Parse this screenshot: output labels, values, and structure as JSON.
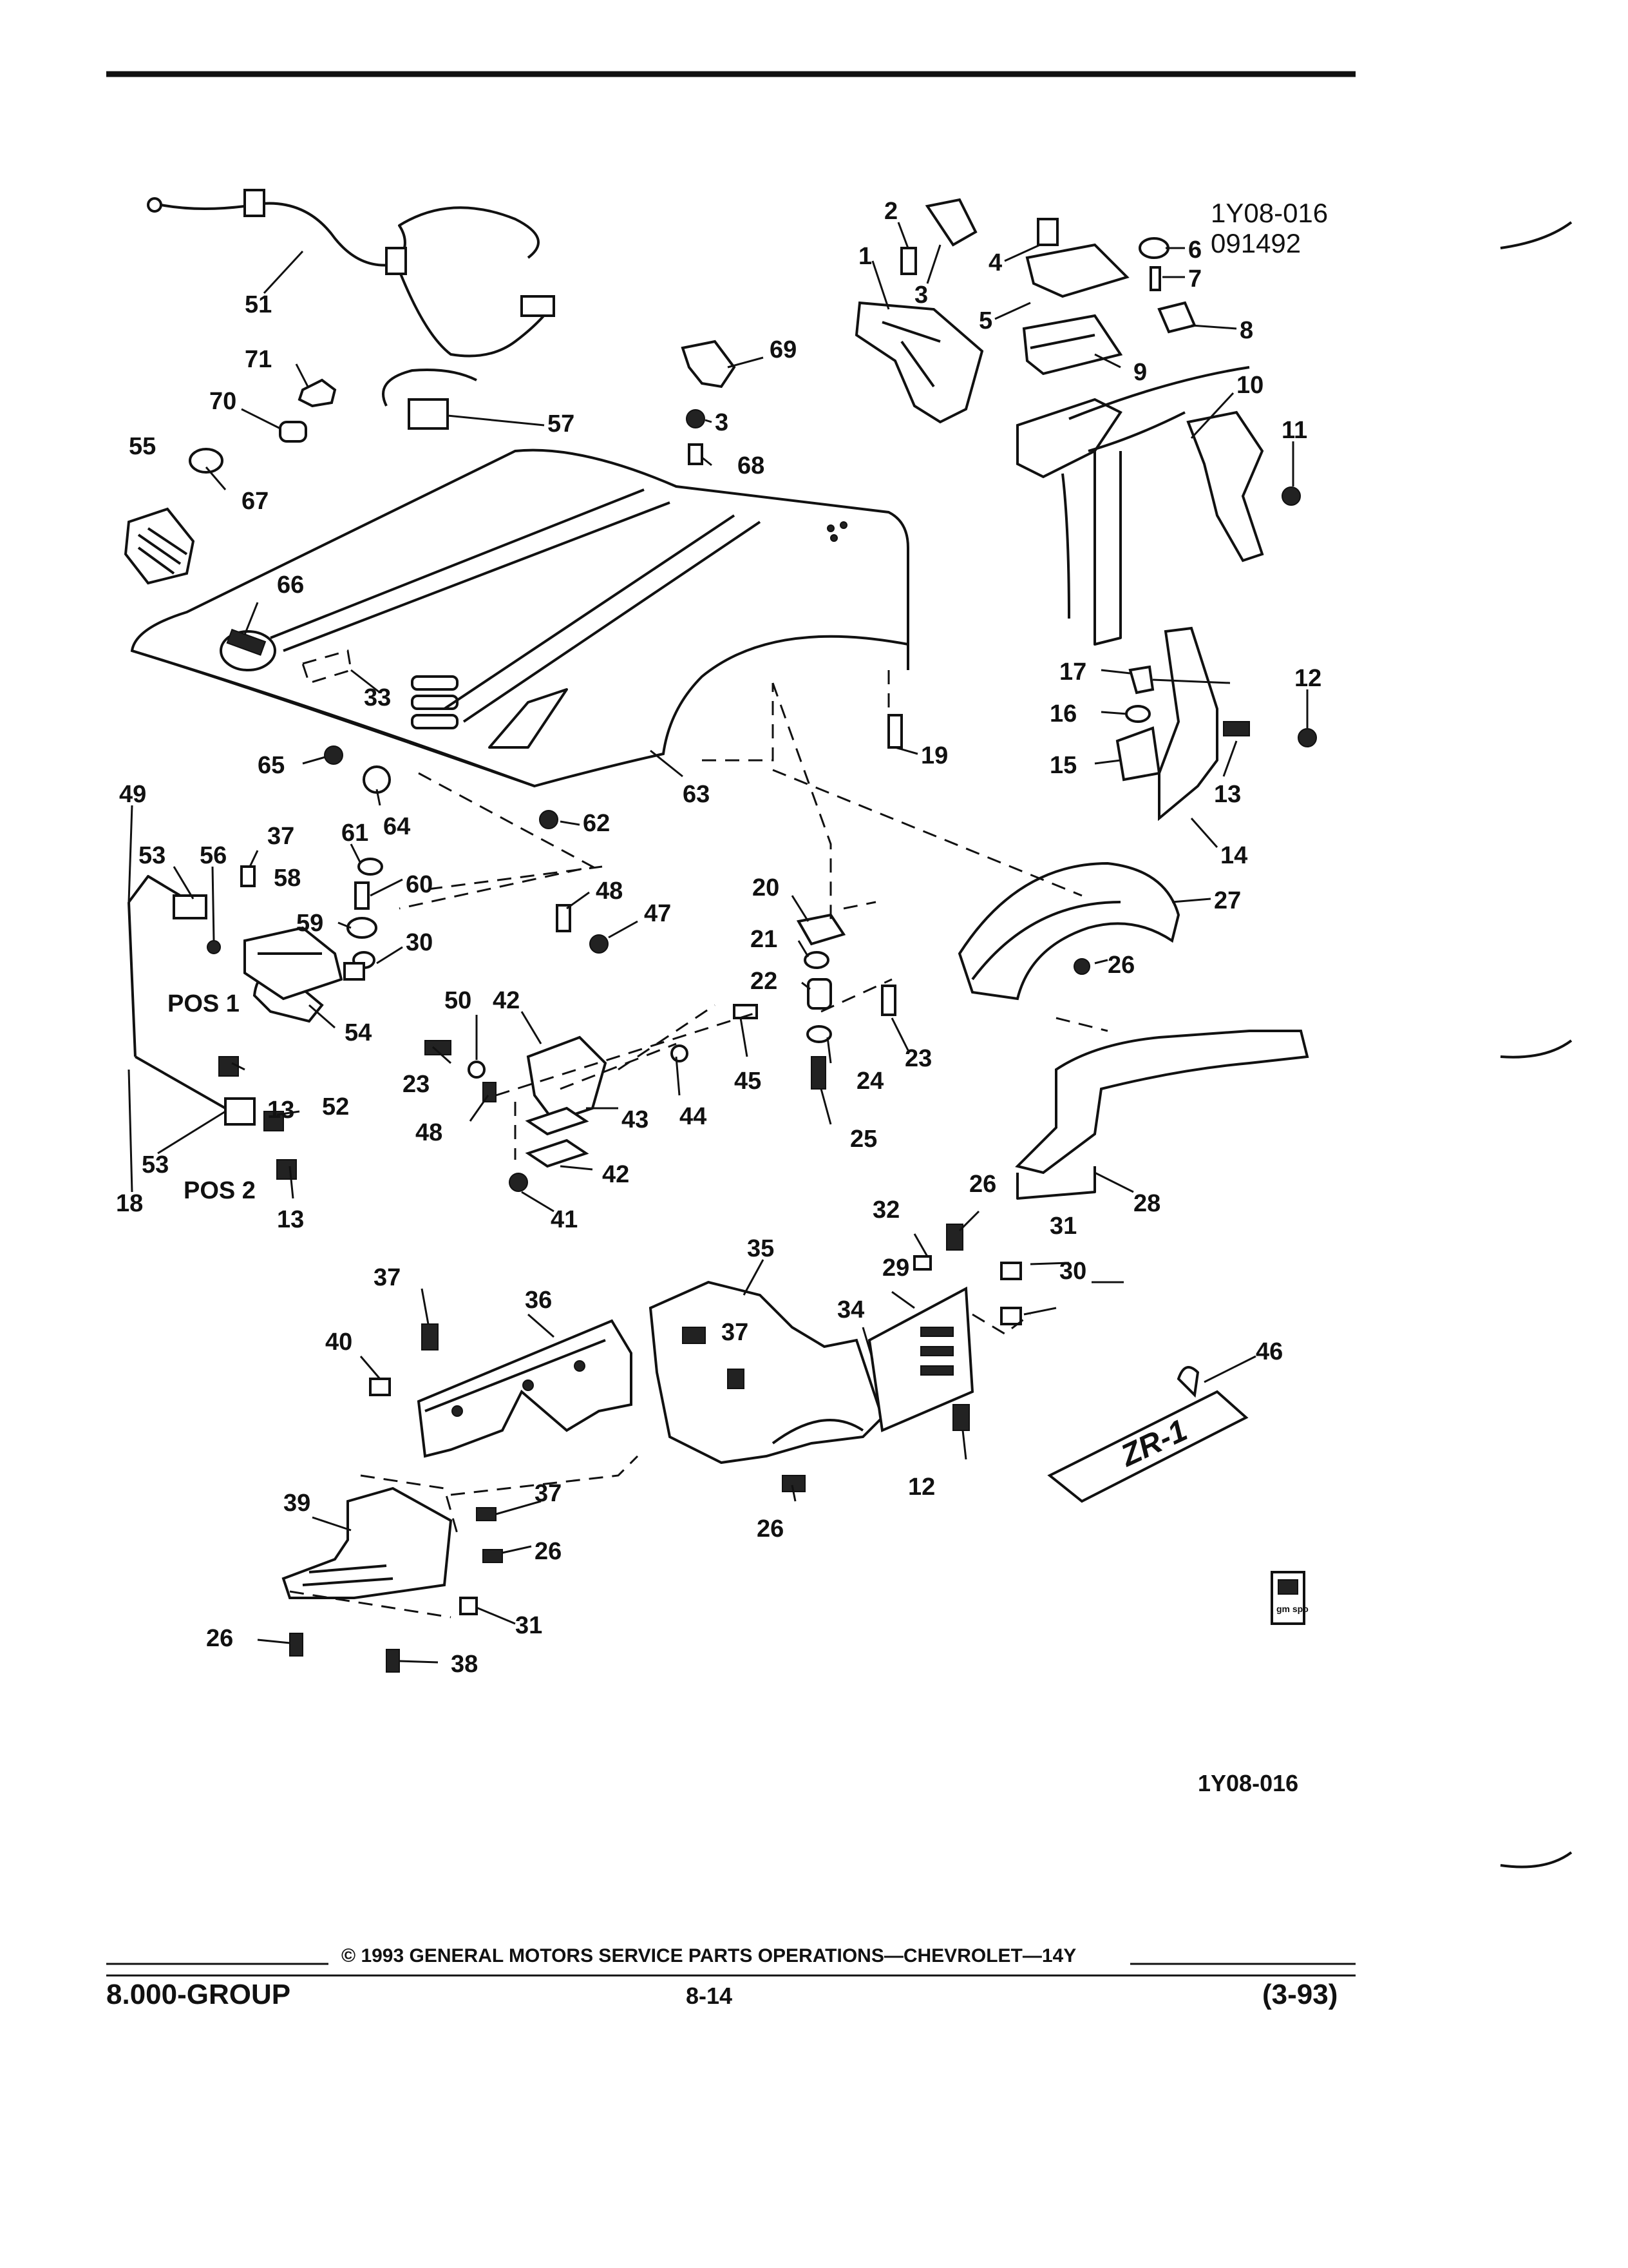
{
  "header": {
    "drawing_id": "1Y08-016",
    "drawing_date": "091492"
  },
  "figure_id_bottom": "1Y08-016",
  "callouts": [
    {
      "id": "c1",
      "text": "1"
    },
    {
      "id": "c2",
      "text": "2"
    },
    {
      "id": "c3a",
      "text": "3"
    },
    {
      "id": "c3b",
      "text": "3"
    },
    {
      "id": "c4",
      "text": "4"
    },
    {
      "id": "c5",
      "text": "5"
    },
    {
      "id": "c6",
      "text": "6"
    },
    {
      "id": "c7",
      "text": "7"
    },
    {
      "id": "c8",
      "text": "8"
    },
    {
      "id": "c9",
      "text": "9"
    },
    {
      "id": "c10",
      "text": "10"
    },
    {
      "id": "c11",
      "text": "11"
    },
    {
      "id": "c12a",
      "text": "12"
    },
    {
      "id": "c12b",
      "text": "12"
    },
    {
      "id": "c13a",
      "text": "13"
    },
    {
      "id": "c13b",
      "text": "13"
    },
    {
      "id": "c13c",
      "text": "13"
    },
    {
      "id": "c14",
      "text": "14"
    },
    {
      "id": "c15",
      "text": "15"
    },
    {
      "id": "c16",
      "text": "16"
    },
    {
      "id": "c17",
      "text": "17"
    },
    {
      "id": "c18",
      "text": "18"
    },
    {
      "id": "c19",
      "text": "19"
    },
    {
      "id": "c20",
      "text": "20"
    },
    {
      "id": "c21",
      "text": "21"
    },
    {
      "id": "c22",
      "text": "22"
    },
    {
      "id": "c23a",
      "text": "23"
    },
    {
      "id": "c23b",
      "text": "23"
    },
    {
      "id": "c24",
      "text": "24"
    },
    {
      "id": "c25",
      "text": "25"
    },
    {
      "id": "c26a",
      "text": "26"
    },
    {
      "id": "c26b",
      "text": "26"
    },
    {
      "id": "c26c",
      "text": "26"
    },
    {
      "id": "c26d",
      "text": "26"
    },
    {
      "id": "c26e",
      "text": "26"
    },
    {
      "id": "c27",
      "text": "27"
    },
    {
      "id": "c28",
      "text": "28"
    },
    {
      "id": "c29",
      "text": "29"
    },
    {
      "id": "c30a",
      "text": "30"
    },
    {
      "id": "c30b",
      "text": "30"
    },
    {
      "id": "c31a",
      "text": "31"
    },
    {
      "id": "c31b",
      "text": "31"
    },
    {
      "id": "c32",
      "text": "32"
    },
    {
      "id": "c33",
      "text": "33"
    },
    {
      "id": "c34",
      "text": "34"
    },
    {
      "id": "c35",
      "text": "35"
    },
    {
      "id": "c36",
      "text": "36"
    },
    {
      "id": "c37a",
      "text": "37"
    },
    {
      "id": "c37b",
      "text": "37"
    },
    {
      "id": "c37c",
      "text": "37"
    },
    {
      "id": "c37d",
      "text": "37"
    },
    {
      "id": "c38",
      "text": "38"
    },
    {
      "id": "c39",
      "text": "39"
    },
    {
      "id": "c40",
      "text": "40"
    },
    {
      "id": "c41",
      "text": "41"
    },
    {
      "id": "c42a",
      "text": "42"
    },
    {
      "id": "c42b",
      "text": "42"
    },
    {
      "id": "c43",
      "text": "43"
    },
    {
      "id": "c44",
      "text": "44"
    },
    {
      "id": "c45",
      "text": "45"
    },
    {
      "id": "c46",
      "text": "46"
    },
    {
      "id": "c47",
      "text": "47"
    },
    {
      "id": "c48a",
      "text": "48"
    },
    {
      "id": "c48b",
      "text": "48"
    },
    {
      "id": "c49",
      "text": "49"
    },
    {
      "id": "c50",
      "text": "50"
    },
    {
      "id": "c51",
      "text": "51"
    },
    {
      "id": "c52",
      "text": "52"
    },
    {
      "id": "c53a",
      "text": "53"
    },
    {
      "id": "c53b",
      "text": "53"
    },
    {
      "id": "c54",
      "text": "54"
    },
    {
      "id": "c55",
      "text": "55"
    },
    {
      "id": "c56",
      "text": "56"
    },
    {
      "id": "c57",
      "text": "57"
    },
    {
      "id": "c58",
      "text": "58"
    },
    {
      "id": "c59",
      "text": "59"
    },
    {
      "id": "c60",
      "text": "60"
    },
    {
      "id": "c61",
      "text": "61"
    },
    {
      "id": "c62",
      "text": "62"
    },
    {
      "id": "c63",
      "text": "63"
    },
    {
      "id": "c64",
      "text": "64"
    },
    {
      "id": "c65",
      "text": "65"
    },
    {
      "id": "c66",
      "text": "66"
    },
    {
      "id": "c67",
      "text": "67"
    },
    {
      "id": "c68",
      "text": "68"
    },
    {
      "id": "c69",
      "text": "69"
    },
    {
      "id": "c70",
      "text": "70"
    },
    {
      "id": "c71",
      "text": "71"
    }
  ],
  "position_labels": {
    "pos1": "POS 1",
    "pos2": "POS 2"
  },
  "emblem_text": "ZR-1",
  "gmspo_logo": "gm spo",
  "footer": {
    "group": "8.000-GROUP",
    "copyright": "© 1993 GENERAL MOTORS SERVICE PARTS OPERATIONS—CHEVROLET—14Y",
    "page": "8-14",
    "revision": "(3-93)"
  }
}
